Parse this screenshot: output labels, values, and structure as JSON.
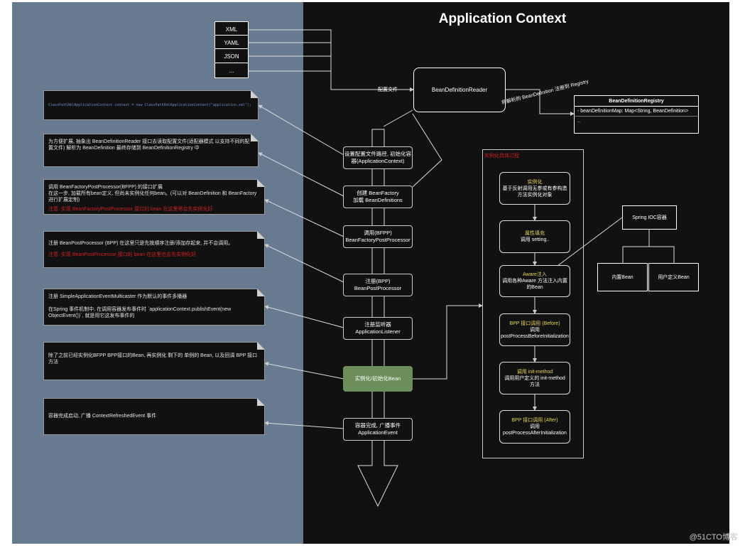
{
  "title": "Application Context",
  "formats": [
    "XML",
    "YAML",
    "JSON",
    "..."
  ],
  "config_label": "配置文件",
  "bean_definition_reader": "BeanDefinitionReader",
  "parse_label": "将解析的 BeanDefinition 注册到 Registry",
  "registry": {
    "title": "BeanDefinitionRegistry",
    "row1": "- beanDefinitionMap: Map<String, BeanDefinition>",
    "row2": ".."
  },
  "notes": [
    {
      "text": "ClassPathXmlApplicationContext context = new ClassPathXmlApplicationContext(\"application.xml\");"
    },
    {
      "text": "为方便扩展, 抽象出 BeanDefinitionReader 接口去读取配置文件(适配器模式 以支持不同的配置文件) 解析为 BeanDefinition 最终存储到 BeanDefinitionRegistry 中"
    },
    {
      "text": "调用 BeanFactoryPostProcessor(BFPP) 的接口扩展\n在这一步, 加载所有bean定义, 但尚未实例化任何bean。(可以对 BeanDefinition 和 BeanFactory 进行扩展定制)",
      "warn": "注意: 实现 BeanFactoryPostProcessor 接口的 bean 在这里将会先实例化好"
    },
    {
      "text": "注册 BeanPostProcessor (BPP) 在这里只是先按顺序注册/添加存起来, 并不会调用。",
      "warn": "注意: 实现 BeanPostProcessor 接口的 bean 在这里也会先实例化好"
    },
    {
      "text": "注册 SimpleApplicationEventMulticaster 作为默认的事件多播器\n\n在Spring 事件机制中, 在调用容器发布事件时 `applicationContext.publishEvent(new ObjectEvent())`, 就是用它这发布事件的"
    },
    {
      "text": "除了之前已经实例化BFPP BPP接口的Bean, 再实例化 剩下的 单例的 Bean, 以及回调 BPP 接口方法"
    },
    {
      "text": "容器完成启动, 广播 ContextRefreshedEvent 事件"
    }
  ],
  "steps": [
    {
      "line1": "设置配置文件路径, 初始化容",
      "line2": "器(ApplicationContext)"
    },
    {
      "line1": "创建 BeanFactory",
      "line2": "加载 BeanDefinitions"
    },
    {
      "line1": "调用(BFPP)",
      "line2": "BeanFactoryPostProcessor"
    },
    {
      "line1": "注册(BPP)",
      "line2": "BeanPostProcessor"
    },
    {
      "line1": "注册监听器",
      "line2": "ApplicationListener"
    },
    {
      "line1": "实例化/初始化Bean",
      "line2": ""
    },
    {
      "line1": "容器完成, 广播事件",
      "line2": "ApplicationEvent"
    }
  ],
  "instantiation": {
    "label": "实例化具体过程",
    "steps": [
      {
        "head": "实例化",
        "body": "基于反射调用无参或有参构造方法实例化对象"
      },
      {
        "head": "属性填充",
        "body": "调用 setting.."
      },
      {
        "head": "Aware注入",
        "body": "调用各种Aware 方法注入内置的Bean"
      },
      {
        "head": "BPP 接口调用 (Before)",
        "body": "调用 postProcessBeforeInitialization"
      },
      {
        "head": "调用 init-method",
        "body": "调用用户定义的 init-method方法"
      },
      {
        "head": "BPP 接口调用 (After)",
        "body": "调用 postProcessAfterInitialization"
      }
    ]
  },
  "ioc": {
    "container": "Spring IOC容器",
    "builtin": "内置Bean",
    "user": "用户定义Bean"
  },
  "watermark": "@51CTO博客",
  "colors": {
    "left_panel": "#677a8f",
    "right_panel": "#111111",
    "highlight": "#6b8e5a",
    "warn": "#d02020",
    "head": "#e8d44a"
  }
}
